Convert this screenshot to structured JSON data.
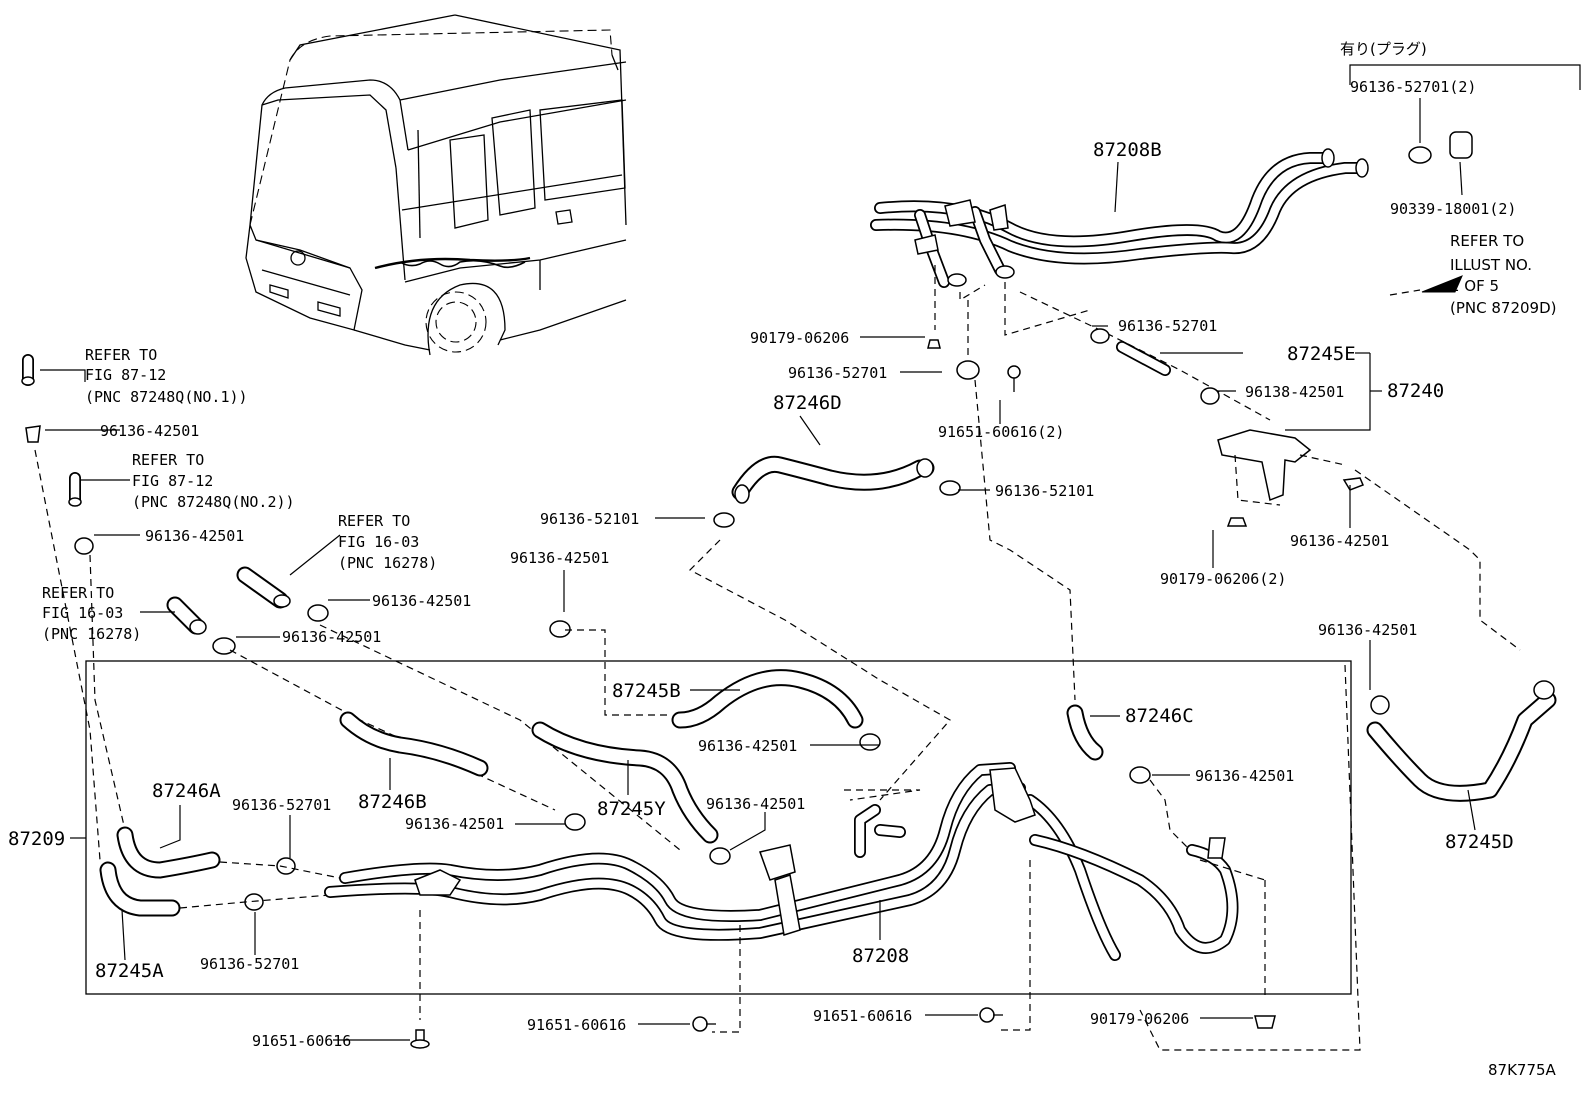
{
  "labels": {
    "plug_note": "有り(プラグ)",
    "p_96136_52701_2": "96136-52701(2)",
    "p_87208B": "87208B",
    "p_90339_18001_2": "90339-18001(2)",
    "refer_illust": [
      "REFER TO",
      "ILLUST NO.",
      "2 OF 5",
      "(PNC 87209D)"
    ],
    "p_90179_06206_top": "90179-06206",
    "p_96136_52701_right": "96136-52701",
    "p_87245E": "87245E",
    "p_96136_52701_mid": "96136-52701",
    "p_96138_42501": "96138-42501",
    "p_87240": "87240",
    "p_87246D": "87246D",
    "p_91651_60616_2": "91651-60616(2)",
    "p_96136_52101_right": "96136-52101",
    "p_96136_52101_left": "96136-52101",
    "p_96136_42501_r1": "96136-42501",
    "p_90179_06206_2": "90179-06206(2)",
    "refer_fig87_1": [
      "REFER TO",
      "FIG 87-12",
      "(PNC 87248Q(NO.1))"
    ],
    "p_96136_42501_a": "96136-42501",
    "refer_fig87_2": [
      "REFER TO",
      "FIG 87-12",
      "(PNC 87248Q(NO.2))"
    ],
    "p_96136_42501_b": "96136-42501",
    "refer_fig16_1": [
      "REFER TO",
      "FIG 16-03",
      "(PNC 16278)"
    ],
    "p_96136_42501_c": "96136-42501",
    "refer_fig16_2": [
      "REFER TO",
      "FIG 16-03",
      "(PNC 16278)"
    ],
    "p_96136_42501_d": "96136-42501",
    "p_96136_42501_e": "96136-42501",
    "p_96136_42501_f": "96136-42501",
    "p_87245B": "87245B",
    "p_96136_42501_g": "96136-42501",
    "p_87246C": "87246C",
    "p_96136_42501_h": "96136-42501",
    "p_87209": "87209",
    "p_87246A": "87246A",
    "p_96136_52701_i": "96136-52701",
    "p_87246B": "87246B",
    "p_96136_42501_j": "96136-42501",
    "p_87245Y": "87245Y",
    "p_96136_42501_k": "96136-42501",
    "p_87245D": "87245D",
    "p_87245A": "87245A",
    "p_96136_52701_l": "96136-52701",
    "p_87208": "87208",
    "p_91651_60616_a": "91651-60616",
    "p_91651_60616_b": "91651-60616",
    "p_91651_60616_c": "91651-60616",
    "p_90179_06206_bot": "90179-06206",
    "drawing_no": "87K775A"
  }
}
